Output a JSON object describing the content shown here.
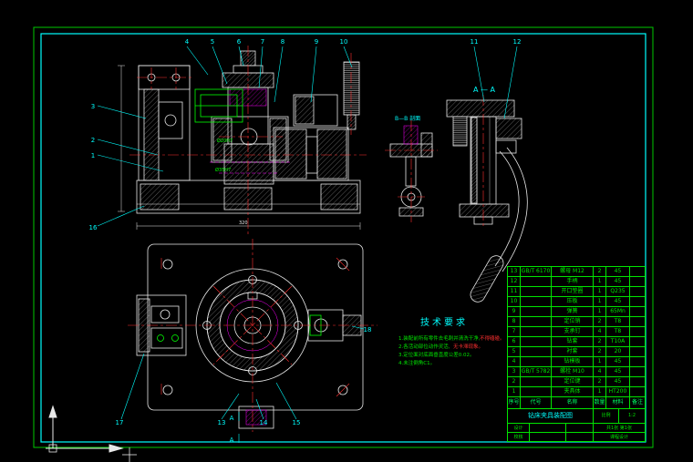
{
  "palette": {
    "background": "#000000",
    "frame_outer": "#00c800",
    "frame_inner": "#00ffff",
    "drawing_line": "#e8e8e8",
    "centerline": "#ff3030",
    "detail": "#ff00ff",
    "highlight": "#00ff00",
    "table_line": "#00e400",
    "callout": "#00ffff"
  },
  "labels": {
    "section_aa": "A — A",
    "section_bb": "B—B 剖面",
    "section_mark": "A",
    "tech_title": "技术要求",
    "tech_lines": [
      "1.装配前所有零件去毛刺并清洗干净,",
      "2.各活动部位动作灵活,",
      "3.定位面对底面垂直度公差0.02。",
      "4.未注倒角C1。"
    ],
    "tech_red": [
      "不得磕碰。",
      "无卡滞现象。"
    ],
    "dims": [
      "Ø20H7",
      "Ø35H7",
      "320"
    ]
  },
  "callouts": {
    "front_top": [
      "4",
      "5",
      "6",
      "7",
      "8",
      "9",
      "10"
    ],
    "front_left": [
      "3",
      "2",
      "1"
    ],
    "front_bottom": [
      "16"
    ],
    "side_top": [
      "11",
      "12"
    ],
    "plan": [
      "17",
      "13",
      "14",
      "15",
      "18"
    ]
  },
  "bom": {
    "header": [
      "序号",
      "代号",
      "名称",
      "数量",
      "材料",
      "备注"
    ],
    "rows": [
      {
        "no": "13",
        "code": "GB/T 6170",
        "name": "螺母 M12",
        "qty": "2",
        "mat": "45",
        "note": ""
      },
      {
        "no": "12",
        "code": "",
        "name": "手柄",
        "qty": "1",
        "mat": "45",
        "note": ""
      },
      {
        "no": "11",
        "code": "",
        "name": "开口垫圈",
        "qty": "1",
        "mat": "Q235",
        "note": ""
      },
      {
        "no": "10",
        "code": "",
        "name": "压板",
        "qty": "1",
        "mat": "45",
        "note": ""
      },
      {
        "no": "9",
        "code": "",
        "name": "弹簧",
        "qty": "1",
        "mat": "65Mn",
        "note": ""
      },
      {
        "no": "8",
        "code": "",
        "name": "定位销",
        "qty": "2",
        "mat": "T8",
        "note": ""
      },
      {
        "no": "7",
        "code": "",
        "name": "支承钉",
        "qty": "4",
        "mat": "T8",
        "note": ""
      },
      {
        "no": "6",
        "code": "",
        "name": "钻套",
        "qty": "2",
        "mat": "T10A",
        "note": ""
      },
      {
        "no": "5",
        "code": "",
        "name": "衬套",
        "qty": "2",
        "mat": "20",
        "note": ""
      },
      {
        "no": "4",
        "code": "",
        "name": "钻模板",
        "qty": "1",
        "mat": "45",
        "note": ""
      },
      {
        "no": "3",
        "code": "GB/T 5782",
        "name": "螺栓 M10",
        "qty": "4",
        "mat": "45",
        "note": ""
      },
      {
        "no": "2",
        "code": "",
        "name": "定位键",
        "qty": "2",
        "mat": "45",
        "note": ""
      },
      {
        "no": "1",
        "code": "",
        "name": "夹具体",
        "qty": "1",
        "mat": "HT200",
        "note": ""
      }
    ]
  },
  "title_block": {
    "title": "钻床夹具装配图",
    "scale_label": "比例",
    "scale_value": "1:2",
    "design_label": "设计",
    "check_label": "校核",
    "sheet": "共1张 第1张",
    "org": "课程设计"
  }
}
